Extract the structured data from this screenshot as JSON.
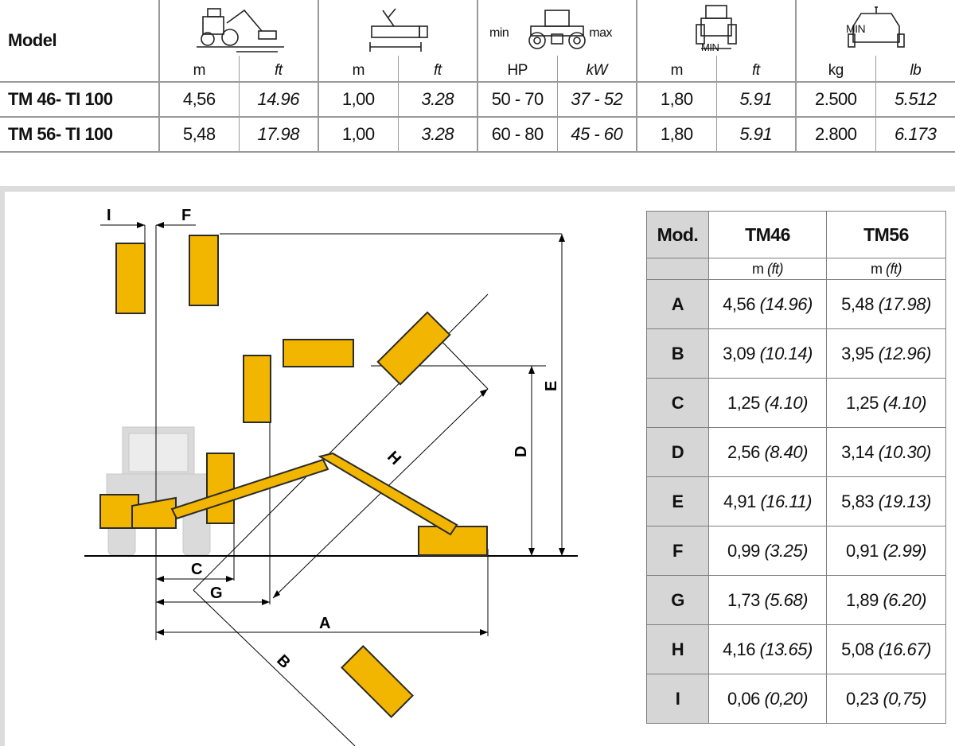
{
  "spec_table": {
    "model_header": "Model",
    "icon_labels": {
      "min": "min",
      "max": "max",
      "min_badge": "MIN"
    },
    "units": [
      "m",
      "ft",
      "m",
      "ft",
      "HP",
      "kW",
      "m",
      "ft",
      "kg",
      "lb"
    ],
    "rows": [
      {
        "model": "TM 46- TI 100",
        "values": [
          "4,56",
          "14.96",
          "1,00",
          "3.28",
          "50 - 70",
          "37 - 52",
          "1,80",
          "5.91",
          "2.500",
          "5.512"
        ]
      },
      {
        "model": "TM 56- TI 100",
        "values": [
          "5,48",
          "17.98",
          "1,00",
          "3.28",
          "60 - 80",
          "45 - 60",
          "1,80",
          "5.91",
          "2.800",
          "6.173"
        ]
      }
    ]
  },
  "diagram": {
    "labels": {
      "A": "A",
      "B": "B",
      "C": "C",
      "D": "D",
      "E": "E",
      "F": "F",
      "G": "G",
      "H": "H",
      "I": "I"
    },
    "colors": {
      "mower": "#f2b600",
      "mower_dark": "#2b2b2b",
      "tractor": "#dadada",
      "lines": "#000000"
    }
  },
  "dims_table": {
    "header": {
      "label": "Mod.",
      "col1": "TM46",
      "col2": "TM56"
    },
    "units": {
      "unit": "m",
      "paren": "(ft)"
    },
    "rows": [
      {
        "label": "A",
        "tm46": "4,56",
        "tm46_ft": "(14.96)",
        "tm56": "5,48",
        "tm56_ft": "(17.98)"
      },
      {
        "label": "B",
        "tm46": "3,09",
        "tm46_ft": "(10.14)",
        "tm56": "3,95",
        "tm56_ft": "(12.96)"
      },
      {
        "label": "C",
        "tm46": "1,25",
        "tm46_ft": "(4.10)",
        "tm56": "1,25",
        "tm56_ft": "(4.10)"
      },
      {
        "label": "D",
        "tm46": "2,56",
        "tm46_ft": "(8.40)",
        "tm56": "3,14",
        "tm56_ft": "(10.30)"
      },
      {
        "label": "E",
        "tm46": "4,91",
        "tm46_ft": "(16.11)",
        "tm56": "5,83",
        "tm56_ft": "(19.13)"
      },
      {
        "label": "F",
        "tm46": "0,99",
        "tm46_ft": "(3.25)",
        "tm56": "0,91",
        "tm56_ft": "(2.99)"
      },
      {
        "label": "G",
        "tm46": "1,73",
        "tm46_ft": "(5.68)",
        "tm56": "1,89",
        "tm56_ft": "(6.20)"
      },
      {
        "label": "H",
        "tm46": "4,16",
        "tm46_ft": "(13.65)",
        "tm56": "5,08",
        "tm56_ft": "(16.67)"
      },
      {
        "label": "I",
        "tm46": "0,06",
        "tm46_ft": "(0,20)",
        "tm56": "0,23",
        "tm56_ft": "(0,75)"
      }
    ]
  }
}
